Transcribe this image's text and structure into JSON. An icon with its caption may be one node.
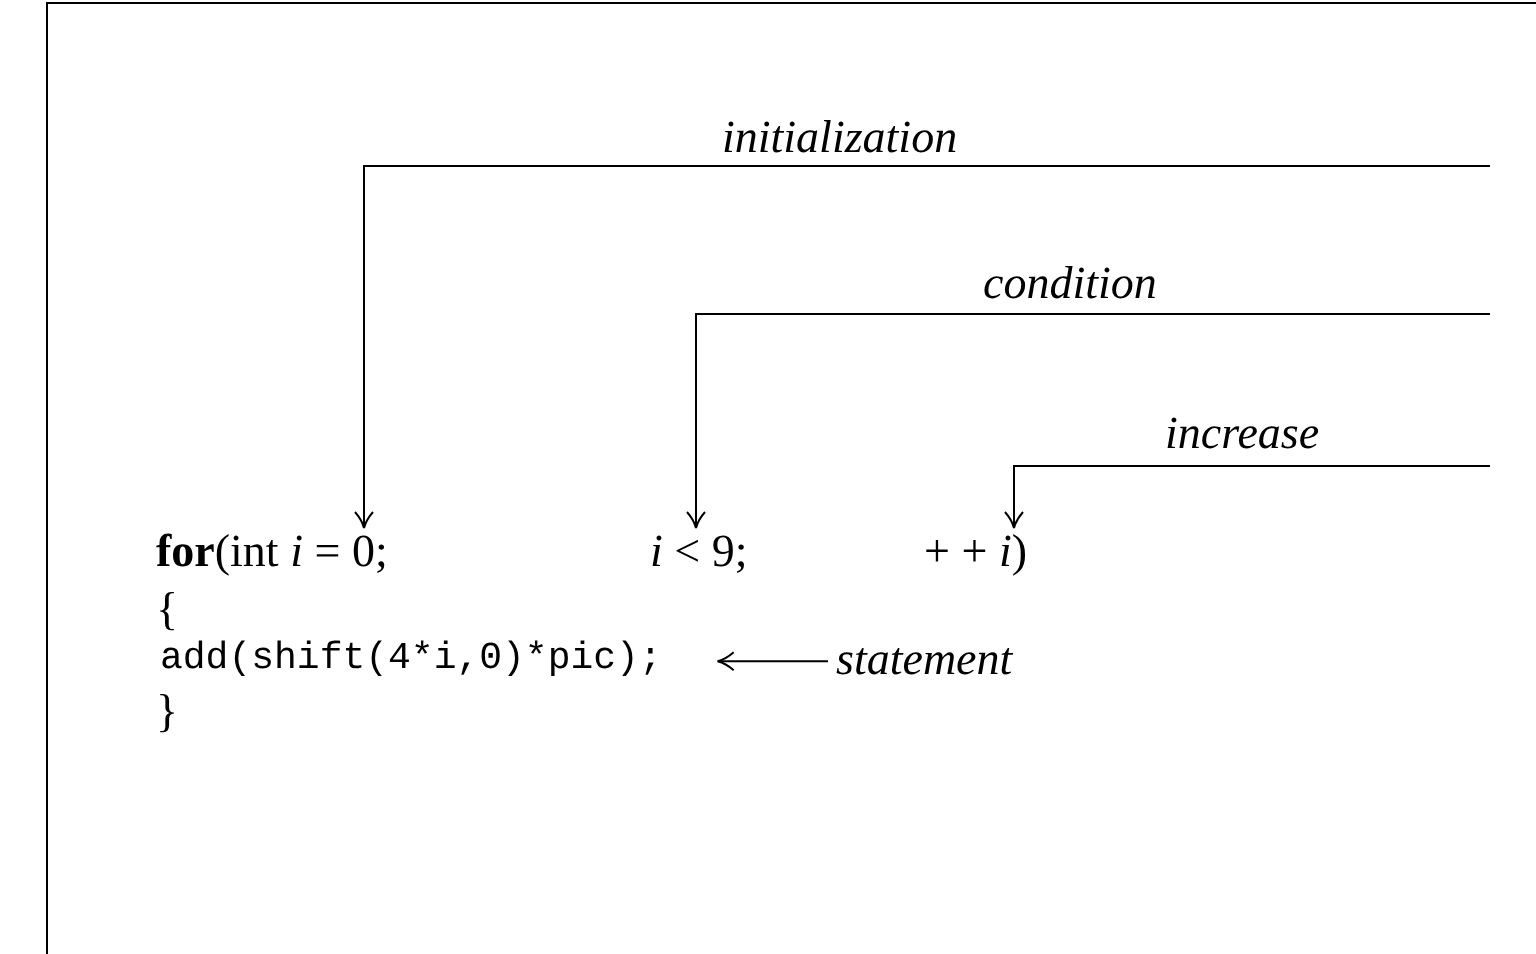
{
  "diagram": {
    "nodes": [
      {
        "text": [
          "**for**(int *i* = 0;"
        ]
      },
      {
        "text": [
          "*i* < 9;"
        ]
      },
      {
        "text": [
          "+ + *i*)"
        ]
      },
      {
        "text": [
          "add(shift(4*i,0)*pic);"
        ]
      },
      {
        "text": [
          "statement"
        ]
      }
    ],
    "edges": [
      {
        "from": null,
        "to": 0,
        "arrow": "to",
        "label": "initialization"
      },
      {
        "from": null,
        "to": 1,
        "arrow": "to",
        "label": "condition"
      },
      {
        "from": null,
        "to": 2,
        "arrow": "to",
        "label": "increase"
      },
      {
        "from": 4,
        "to": 3,
        "arrow": "to"
      }
    ],
    "labels": [
      "{",
      "}"
    ]
  }
}
